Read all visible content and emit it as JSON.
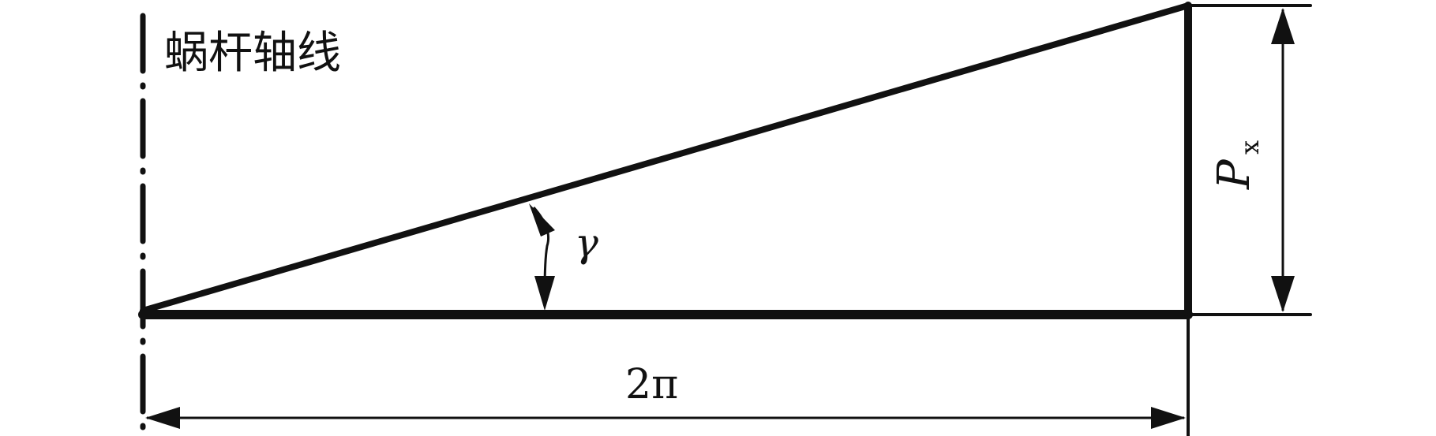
{
  "labels": {
    "axis_name": "蜗杆轴线",
    "lead_angle": "γ",
    "circumference": "2π",
    "lead_symbol": "P",
    "lead_subscript": "x"
  },
  "colors": {
    "line": "#111111",
    "background": "#ffffff"
  }
}
